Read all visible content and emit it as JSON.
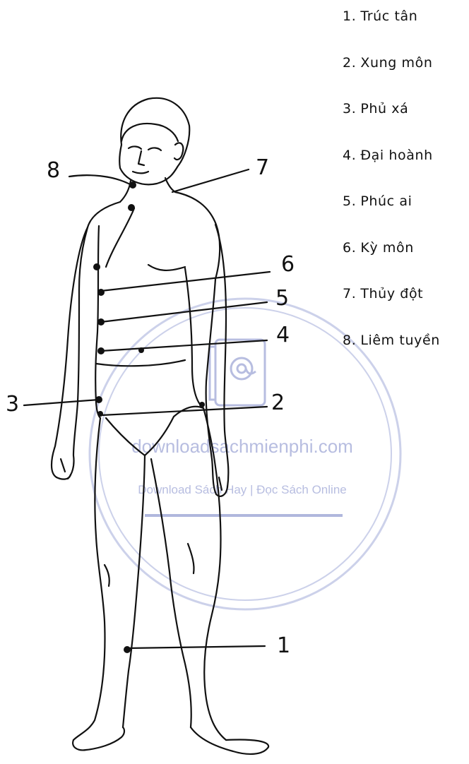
{
  "legend": [
    {
      "num": "1.",
      "name": "Trúc tân"
    },
    {
      "num": "2.",
      "name": "Xung môn"
    },
    {
      "num": "3.",
      "name": "Phủ xá"
    },
    {
      "num": "4.",
      "name": "Đại hoành"
    },
    {
      "num": "5.",
      "name": "Phúc ai"
    },
    {
      "num": "6.",
      "name": "Kỳ môn"
    },
    {
      "num": "7.",
      "name": "Thủy đột"
    },
    {
      "num": "8.",
      "name": "Liêm tuyền"
    }
  ],
  "point_numbers": {
    "p1": "1",
    "p2": "2",
    "p3": "3",
    "p4": "4",
    "p5": "5",
    "p6": "6",
    "p7": "7",
    "p8": "8"
  },
  "watermark": {
    "site": "downloadsachmienphi.com",
    "tagline": "Download Sách Hay | Đọc Sách Online"
  },
  "colors": {
    "ink": "#111111",
    "watermark": "#7d88c8"
  }
}
